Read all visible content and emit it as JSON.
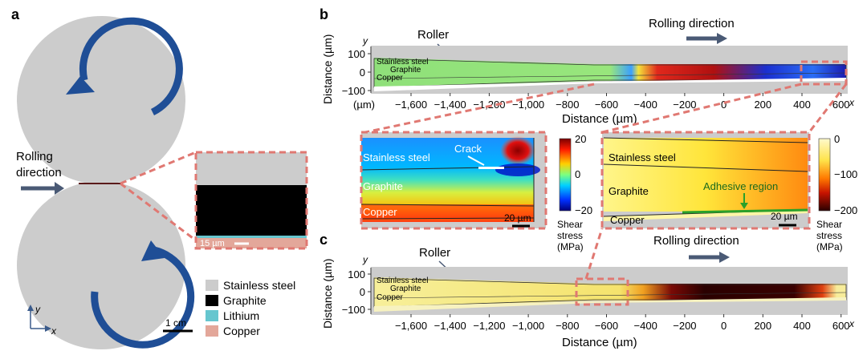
{
  "panels": {
    "a": {
      "letter": "a",
      "rolling_label_1": "Rolling",
      "rolling_label_2": "direction",
      "zoom_scale_label": "15 µm",
      "axis_y": "y",
      "axis_x": "x",
      "scale_bar": "1 cm",
      "legend": [
        {
          "label": "Stainless steel",
          "color": "#cccccc"
        },
        {
          "label": "Graphite",
          "color": "#000000"
        },
        {
          "label": "Lithium",
          "color": "#66c6cf"
        },
        {
          "label": "Copper",
          "color": "#e3a79a"
        }
      ]
    },
    "b": {
      "letter": "b",
      "roller_label": "Roller",
      "rolling_direction": "Rolling direction",
      "layer_labels": [
        "Stainless steel",
        "Graphite",
        "Copper"
      ],
      "axis_y_letter": "y",
      "axis_x_letter": "x",
      "unit_label": "(µm)",
      "ylabel": "Distance (µm)",
      "xlabel": "Distance (µm)",
      "y_ticks": [
        "100",
        "0",
        "−100"
      ],
      "x_ticks": [
        "−1,600",
        "−1,400",
        "−1,200",
        "−1,000",
        "−800",
        "−600",
        "−400",
        "−200",
        "0",
        "200",
        "400",
        "600"
      ]
    },
    "c": {
      "letter": "c",
      "roller_label": "Roller",
      "rolling_direction": "Rolling direction",
      "layer_labels": [
        "Stainless steel",
        "Graphite",
        "Copper"
      ],
      "axis_y_letter": "y",
      "axis_x_letter": "x",
      "ylabel": "Distance (µm)",
      "xlabel": "Distance (µm)",
      "y_ticks": [
        "100",
        "0",
        "−100"
      ],
      "x_ticks": [
        "−1,600",
        "−1,400",
        "−1,200",
        "−1,000",
        "−800",
        "−600",
        "−400",
        "−200",
        "0",
        "200",
        "400",
        "600"
      ]
    },
    "zoom_left": {
      "stainless": "Stainless steel",
      "crack": "Crack",
      "graphite": "Graphite",
      "copper": "Copper",
      "scale": "20 µm",
      "colorbar_ticks": [
        "20",
        "0",
        "−20"
      ],
      "colorbar_title": [
        "Shear",
        "stress",
        "(MPa)"
      ]
    },
    "zoom_right": {
      "stainless": "Stainless steel",
      "graphite": "Graphite",
      "adhesive": "Adhesive region",
      "copper": "Copper",
      "scale": "20 µm",
      "colorbar_ticks": [
        "0",
        "−100",
        "−200"
      ],
      "colorbar_title": [
        "Shear",
        "stress",
        "(MPa)"
      ]
    }
  },
  "colors": {
    "roller": "#cccccc",
    "arrow_blue": "#1f4e96",
    "dash_red": "#e07872",
    "dir_arrow": "#4a5a75"
  }
}
